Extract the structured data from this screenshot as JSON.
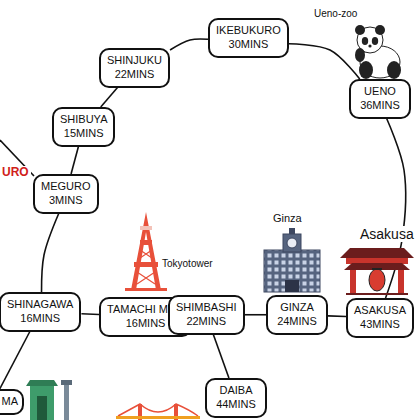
{
  "diagram": {
    "nodes": [
      {
        "text": [
          "IKEBUKURO",
          "30MINS"
        ]
      },
      {
        "text": [
          "SHINJUKU",
          "22MINS"
        ]
      },
      {
        "text": [
          "UENO",
          "36MINS"
        ]
      },
      {
        "text": [
          "SHIBUYA",
          "15MINS"
        ]
      },
      {
        "text": [
          "MEGURO",
          "3MINS"
        ]
      },
      {
        "text": [
          "SHINAGAWA",
          "16MINS"
        ]
      },
      {
        "text": [
          "TAMACHI MITA",
          "16MINS"
        ]
      },
      {
        "text": [
          "SHIMBASHI",
          "22MINS"
        ]
      },
      {
        "text": [
          "GINZA",
          "24MINS"
        ]
      },
      {
        "text": [
          "ASAKUSA",
          "43MINS"
        ]
      },
      {
        "text": [
          "DAIBA",
          "44MINS"
        ]
      },
      {
        "text": [
          "MA"
        ]
      }
    ],
    "edges": [
      {
        "from": 4,
        "to": 3,
        "arrow": "none"
      },
      {
        "from": 3,
        "to": 1,
        "arrow": "none"
      },
      {
        "from": 1,
        "to": 0,
        "arrow": "none"
      },
      {
        "from": 0,
        "to": 2,
        "arrow": "none"
      },
      {
        "from": 2,
        "to": 9,
        "arrow": "none"
      },
      {
        "from": 4,
        "to": 5,
        "arrow": "none"
      },
      {
        "from": 5,
        "to": 6,
        "arrow": "none"
      },
      {
        "from": 6,
        "to": 7,
        "arrow": "none"
      },
      {
        "from": 7,
        "to": 8,
        "arrow": "none"
      },
      {
        "from": 8,
        "to": 9,
        "arrow": "none"
      },
      {
        "from": 7,
        "to": 10,
        "arrow": "none"
      },
      {
        "from": 5,
        "to": 11,
        "arrow": "none"
      }
    ],
    "labels": [
      "Ueno-zoo",
      "Tokyotower",
      "Ginza",
      "Asakusa",
      "URO"
    ]
  }
}
